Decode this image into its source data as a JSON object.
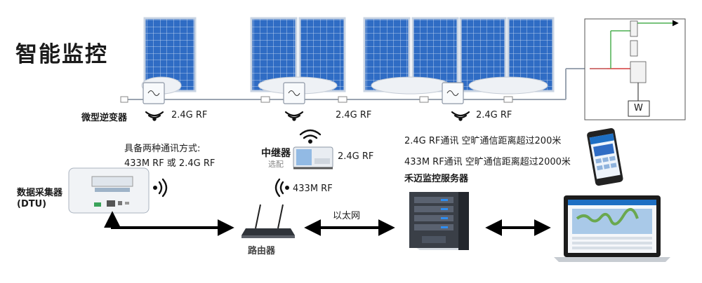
{
  "title": "智能监控",
  "labels": {
    "micro_inverter": "微型逆变器",
    "rf_1": "2.4G RF",
    "rf_2": "2.4G RF",
    "rf_3": "2.4G RF",
    "rf_repeater": "2.4G RF",
    "rf_433": "433M RF",
    "comm_modes_line1": "具备两种通讯方式:",
    "comm_modes_line2": "433M RF 或 2.4G RF",
    "repeater": "中继器",
    "repeater_optional": "选配",
    "dtu_line1": "数据采集器",
    "dtu_line2": "(DTU)",
    "router": "路由器",
    "ethernet": "以太网",
    "range_24": "2.4G RF通讯 空旷通信距离超过200米",
    "range_433": "433M RF通讯 空旷通信距离超过2000米",
    "server": "禾迈监控服务器",
    "meter_w": "W"
  },
  "colors": {
    "panel_fill": "#2f6cc4",
    "panel_frame": "#c9d4e3",
    "arrow": "#000000",
    "grid_green": "#4caf50",
    "grid_red": "#d43a3a"
  }
}
